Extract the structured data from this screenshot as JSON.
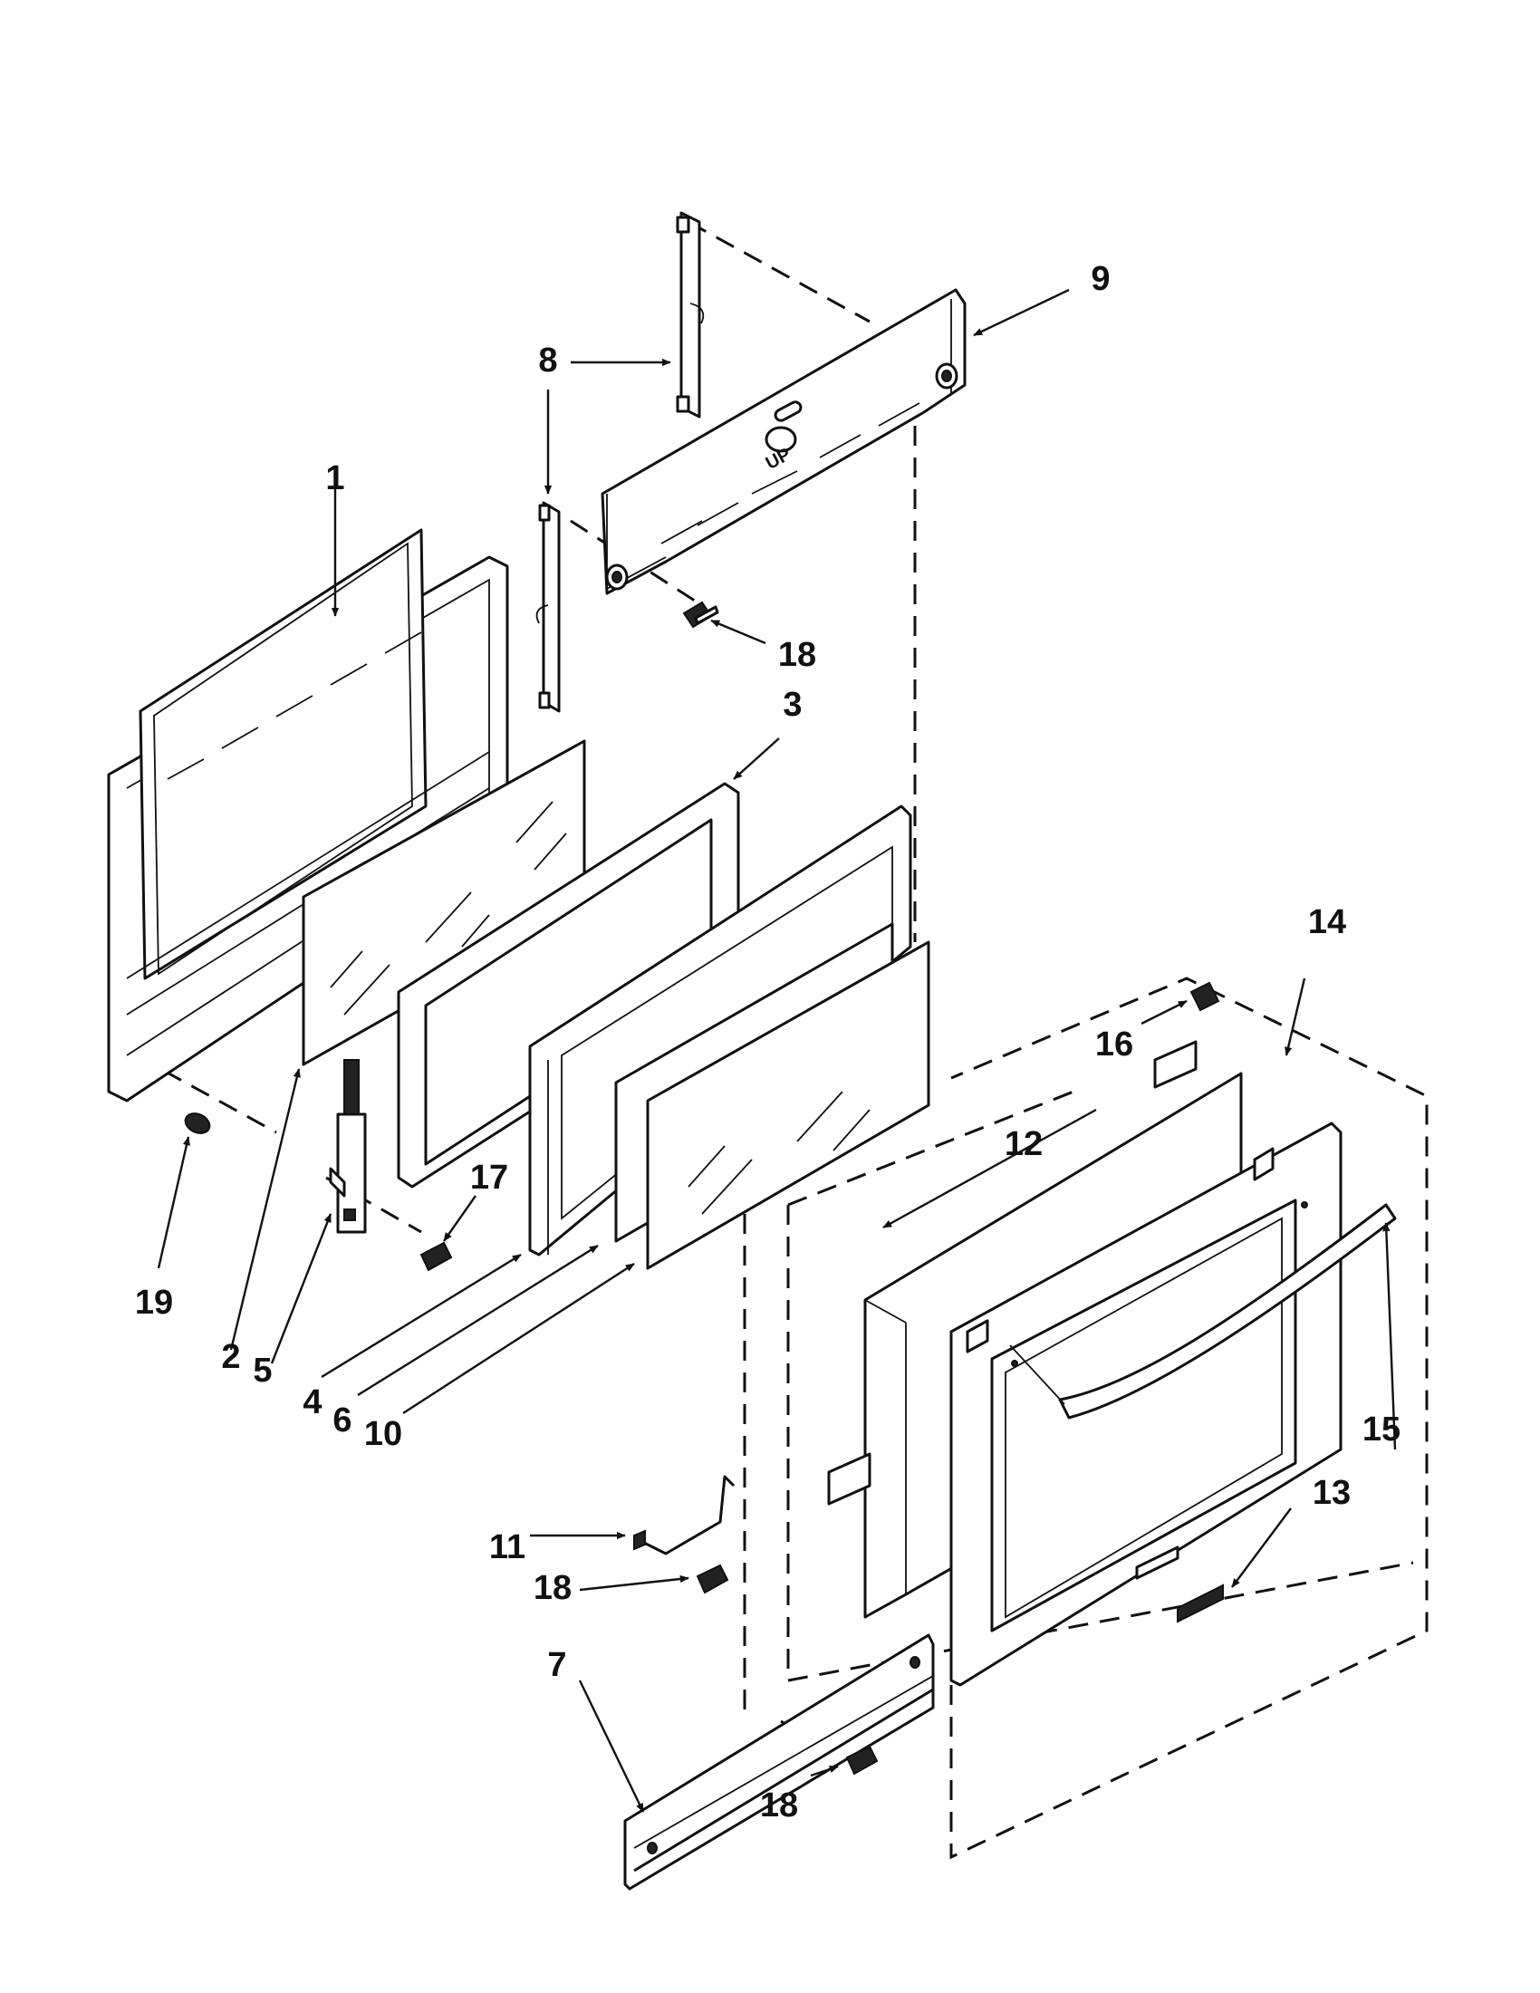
{
  "diagram": {
    "callouts": [
      "1",
      "2",
      "3",
      "4",
      "5",
      "6",
      "7",
      "8",
      "9",
      "10",
      "11",
      "12",
      "13",
      "14",
      "15",
      "16",
      "17",
      "18",
      "18",
      "18",
      "19"
    ],
    "panel_stamp": "UP",
    "accent_color": "#111111",
    "background_color": "#ffffff"
  }
}
